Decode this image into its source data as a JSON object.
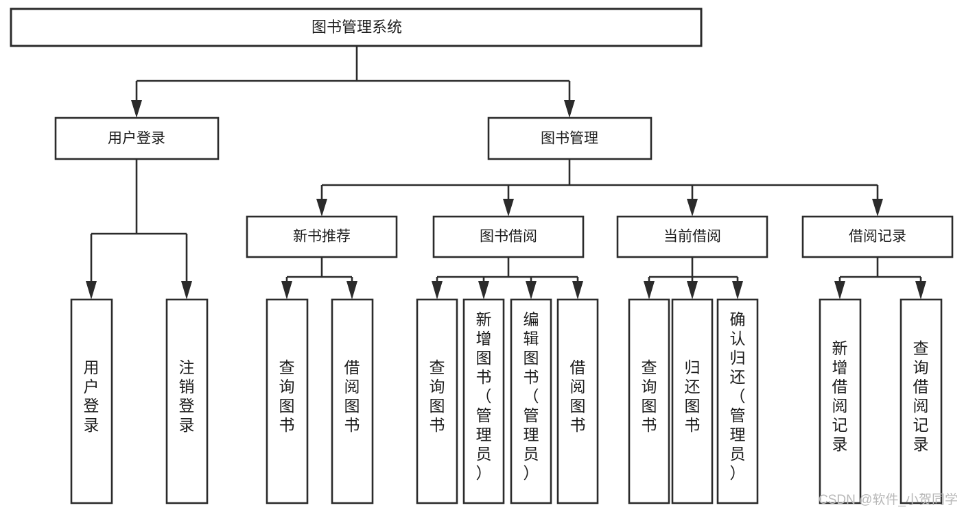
{
  "diagram": {
    "title": "图书管理系统",
    "type": "tree-hierarchy-chart",
    "root": {
      "label": "图书管理系统"
    },
    "level1": [
      {
        "label": "用户登录"
      },
      {
        "label": "图书管理"
      }
    ],
    "level2": [
      {
        "label": "新书推荐"
      },
      {
        "label": "图书借阅"
      },
      {
        "label": "当前借阅"
      },
      {
        "label": "借阅记录"
      }
    ],
    "leaves": {
      "user_login": [
        {
          "label": "用户登录"
        },
        {
          "label": "注销登录"
        }
      ],
      "new_book_recommend": [
        {
          "label": "查询图书"
        },
        {
          "label": "借阅图书"
        }
      ],
      "book_borrow": [
        {
          "label": "查询图书"
        },
        {
          "label": "新增图书（管理员）"
        },
        {
          "label": "编辑图书（管理员）"
        },
        {
          "label": "借阅图书"
        }
      ],
      "current_borrow": [
        {
          "label": "查询图书"
        },
        {
          "label": "归还图书"
        },
        {
          "label": "确认归还（管理员）"
        }
      ],
      "borrow_record": [
        {
          "label": "新增借阅记录"
        },
        {
          "label": "查询借阅记录"
        }
      ]
    }
  },
  "watermark": {
    "text": "CSDN @软件_小贺同学"
  },
  "colors": {
    "stroke": "#2b2b2b",
    "fill": "#ffffff",
    "text": "#1c1c1c",
    "watermark": "#b8b8b8"
  }
}
